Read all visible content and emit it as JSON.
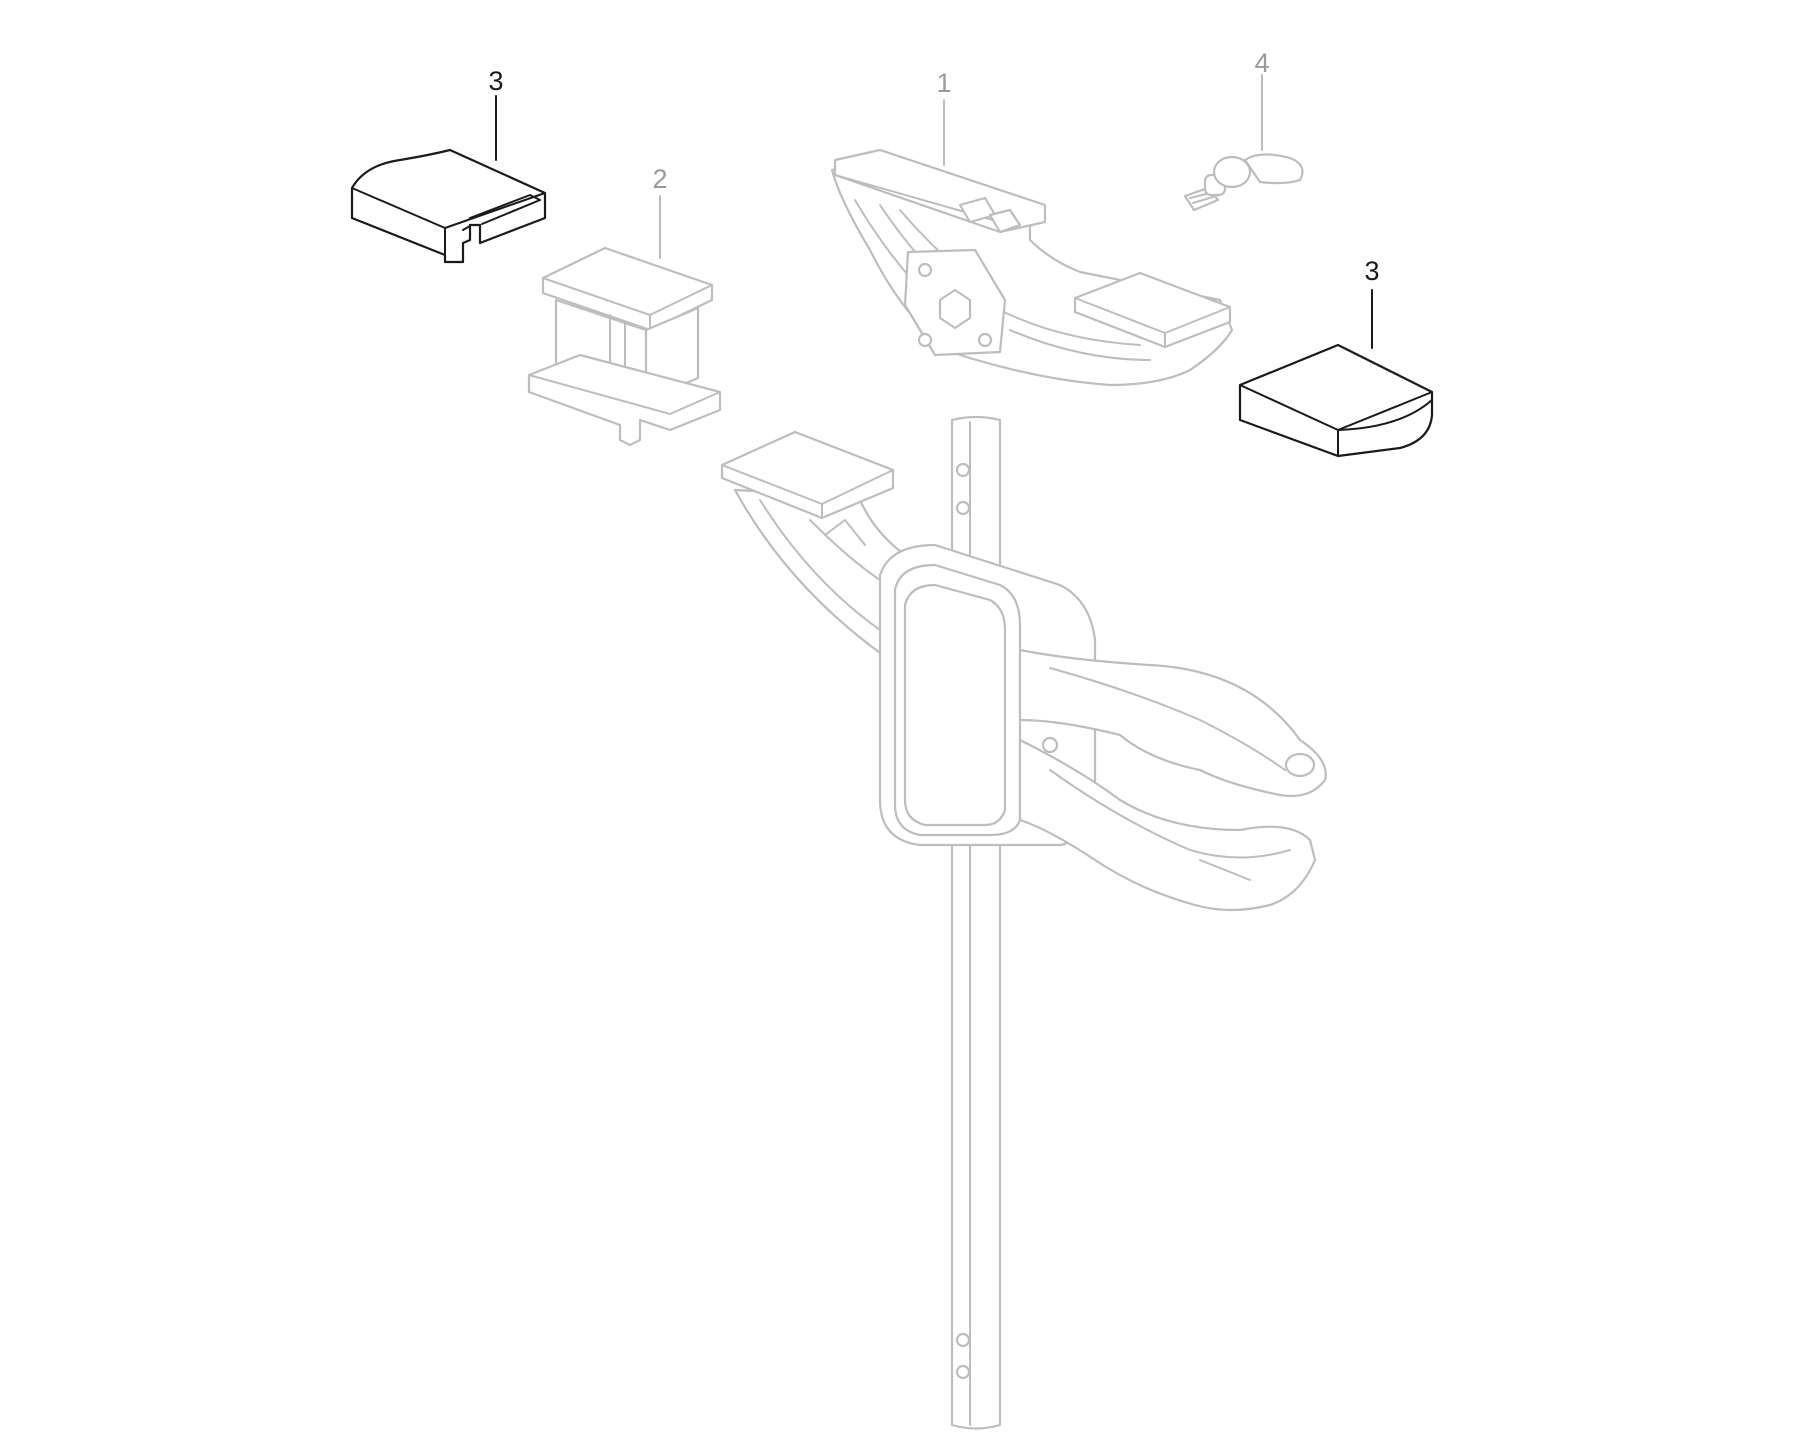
{
  "callouts": [
    {
      "id": "part-1",
      "label": "1",
      "highlighted": false
    },
    {
      "id": "part-2",
      "label": "2",
      "highlighted": false
    },
    {
      "id": "part-3a",
      "label": "3",
      "highlighted": true
    },
    {
      "id": "part-3b",
      "label": "3",
      "highlighted": true
    },
    {
      "id": "part-4",
      "label": "4",
      "highlighted": false
    }
  ],
  "colors": {
    "highlight_stroke": "#1a1a1a",
    "faint_stroke": "#bdbdbd",
    "background": "#ffffff"
  }
}
